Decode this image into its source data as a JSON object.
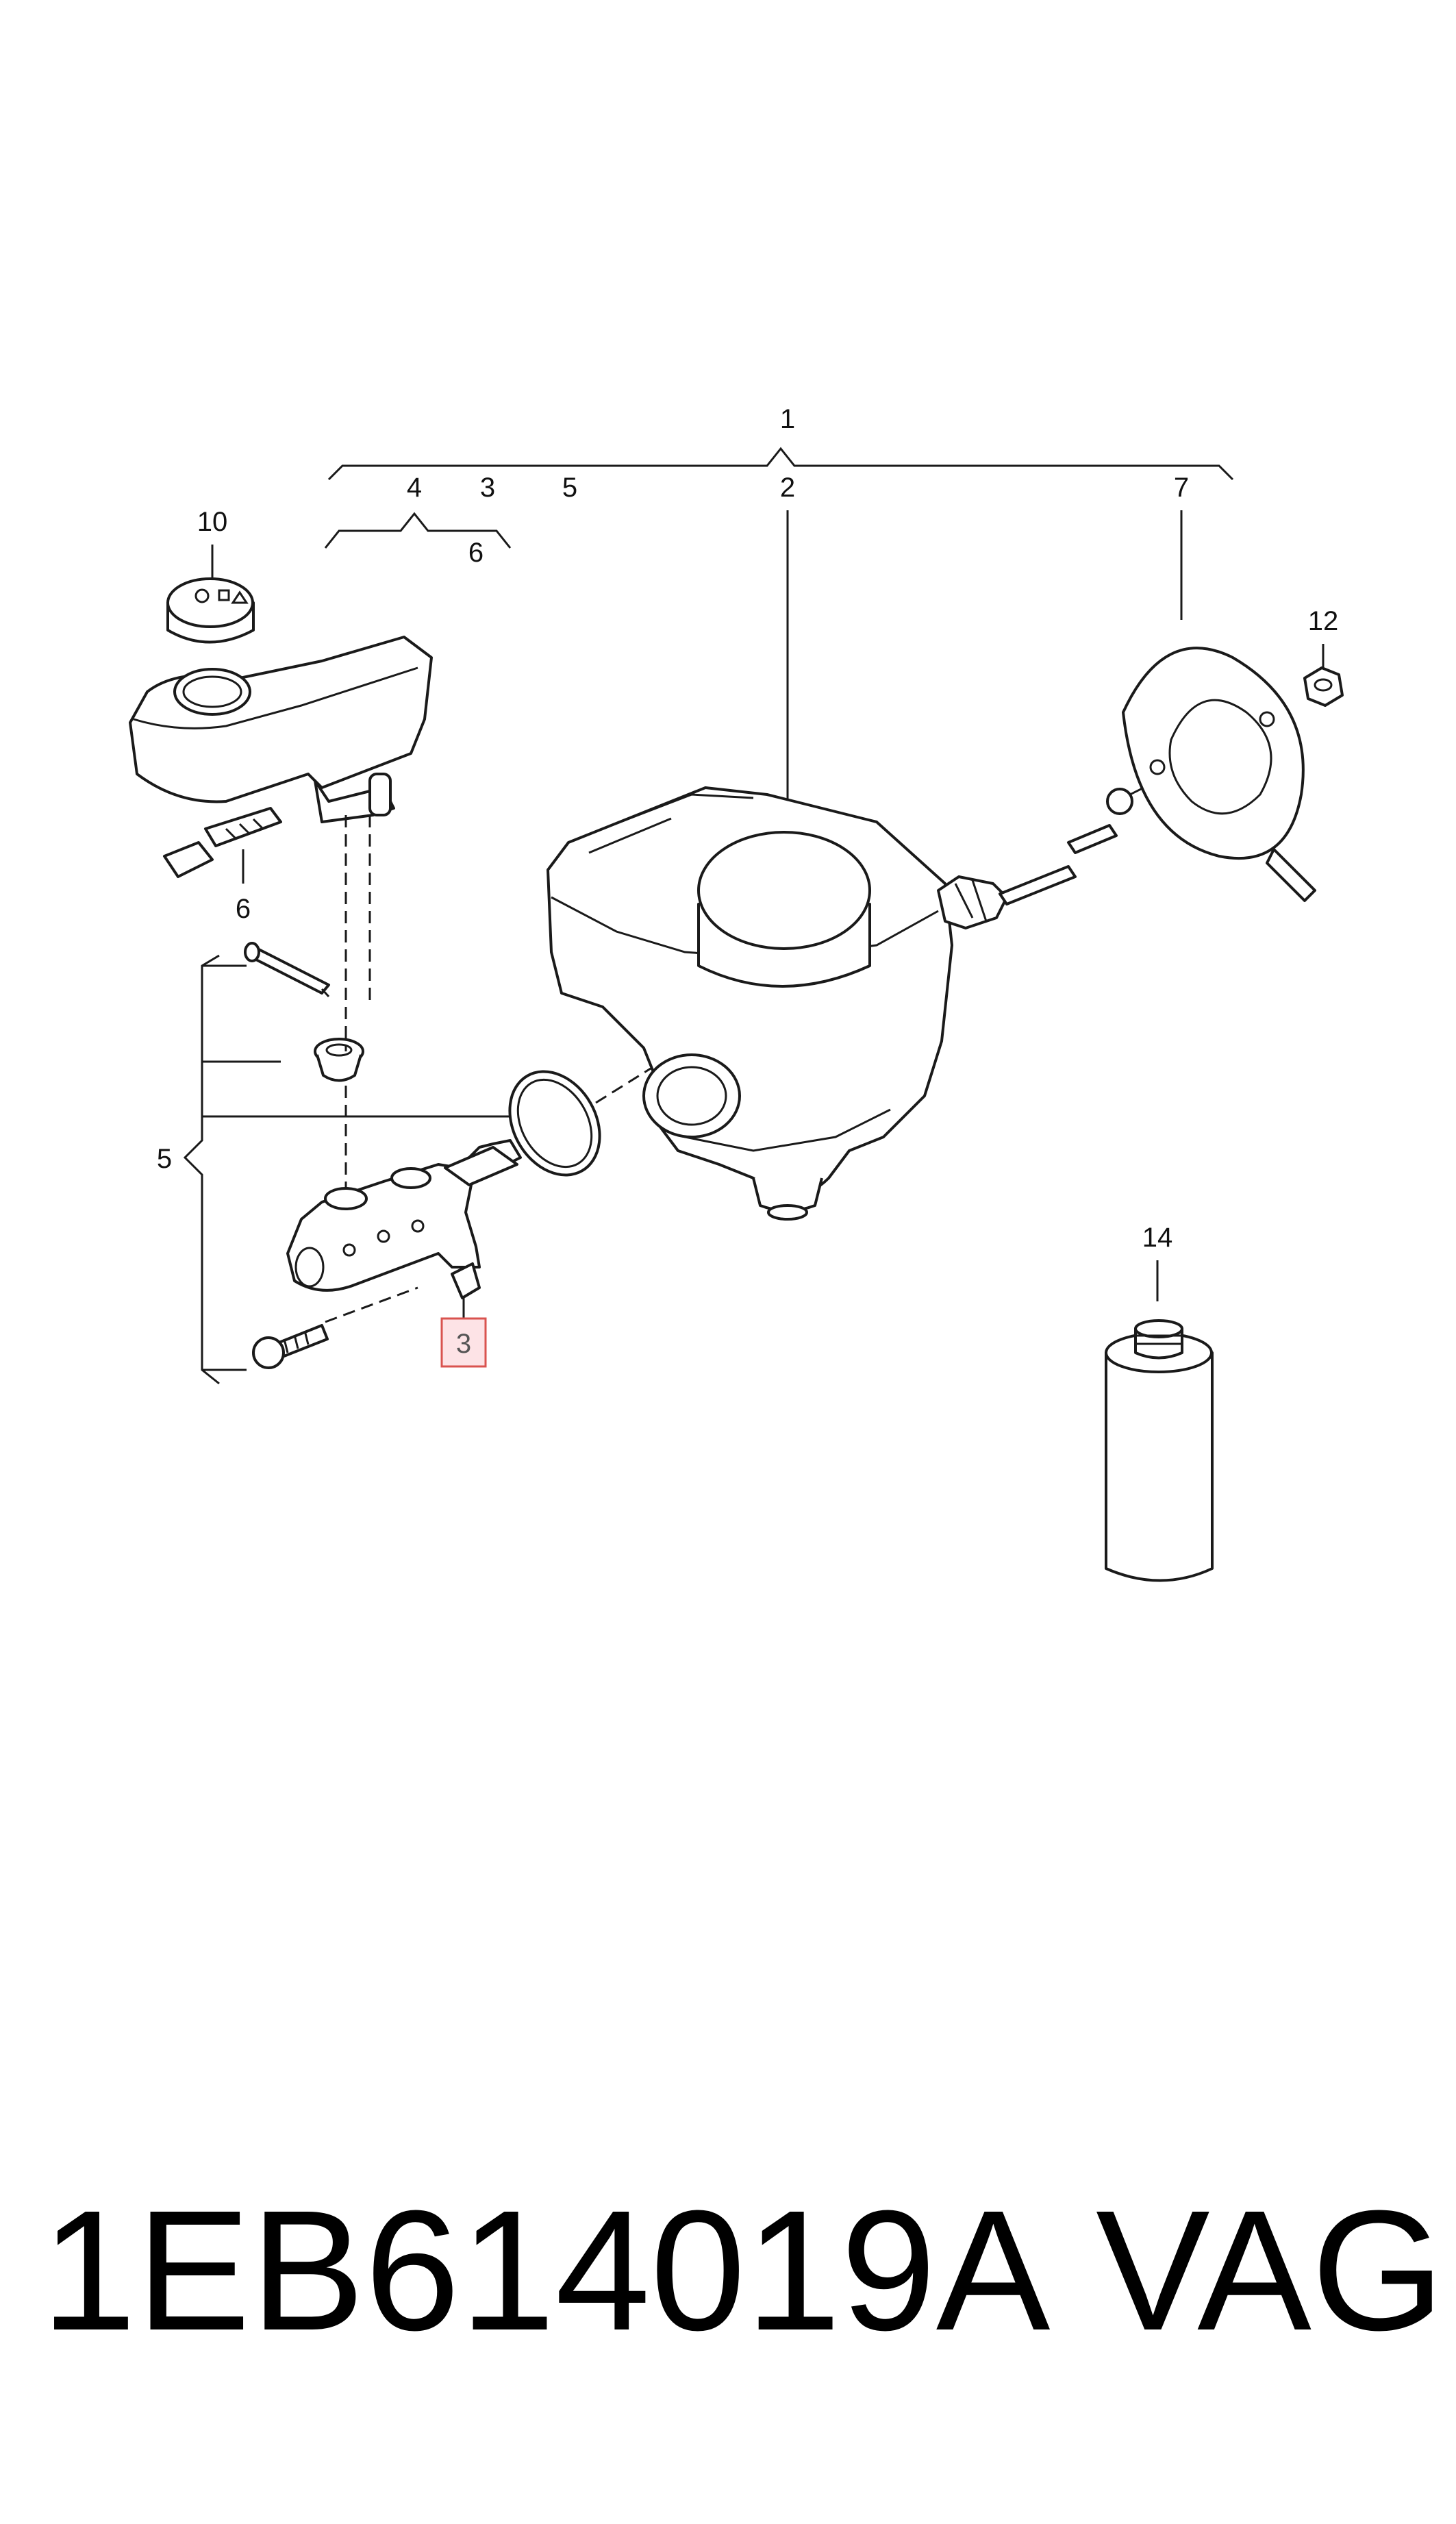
{
  "callouts": {
    "c1": "1",
    "c2": "2",
    "c3_top": "3",
    "c3_highlight": "3",
    "c4": "4",
    "c5_top": "5",
    "c5_left": "5",
    "c6_top": "6",
    "c6_bottom": "6",
    "c7": "7",
    "c10": "10",
    "c12": "12",
    "c14": "14"
  },
  "caption": {
    "part_number": "1EB614019A",
    "brand": "VAG"
  },
  "colors": {
    "line": "#1a1a1a",
    "highlight_fill": "#fde3e6",
    "highlight_stroke": "#d9534f"
  }
}
